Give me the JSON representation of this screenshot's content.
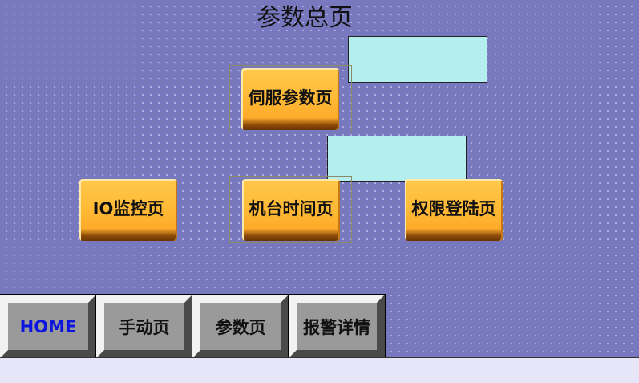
{
  "page": {
    "title": "参数总页"
  },
  "nav_buttons": {
    "servo_params": "伺服参数页",
    "io_monitor": "IO监控页",
    "machine_time": "机台时间页",
    "permission_login": "权限登陆页"
  },
  "bottom_nav": {
    "home": "HOME",
    "manual": "手动页",
    "params": "参数页",
    "alarm_details": "报警详情"
  },
  "colors": {
    "background": "#7878bf",
    "button_orange": "#ffb733",
    "indicator_cyan": "#b4eeee",
    "home_text_blue": "#0c14e0",
    "nav_gray": "#9a9a9a",
    "status_bar": "#e6e6f8"
  }
}
